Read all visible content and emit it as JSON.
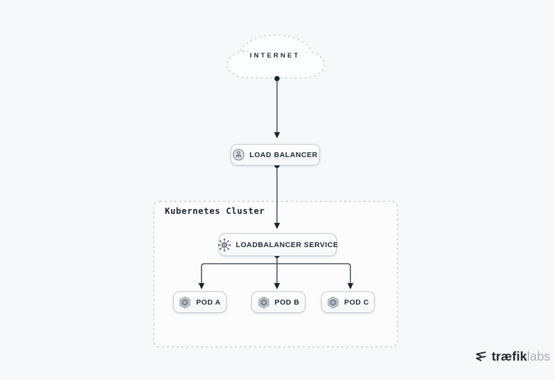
{
  "diagram": {
    "internet": {
      "label": "INTERNET"
    },
    "load_balancer": {
      "label": "LOAD BALANCER"
    },
    "cluster": {
      "label": "Kubernetes Cluster"
    },
    "service": {
      "label": "LOADBALANCER SERVICE"
    },
    "pods": [
      {
        "label": "POD A"
      },
      {
        "label": "POD B"
      },
      {
        "label": "POD C"
      }
    ]
  },
  "branding": {
    "name_primary": "træfik",
    "name_secondary": "labs"
  },
  "icons": {
    "cloud": "internet-cloud",
    "load_balancer": "load-balancer-icon",
    "service": "service-radial-icon",
    "pod": "pod-hexagon-icon",
    "brand": "traefik-logo-icon"
  },
  "colors": {
    "background": "#f7f8fa",
    "connector_line": "#2b323e",
    "arrow_fill": "#1c242f",
    "text_dark": "#222b3a",
    "border_dashed": "#c8cdd5",
    "node_border": "#c5cbd3",
    "brand_muted": "#a9adb4"
  }
}
